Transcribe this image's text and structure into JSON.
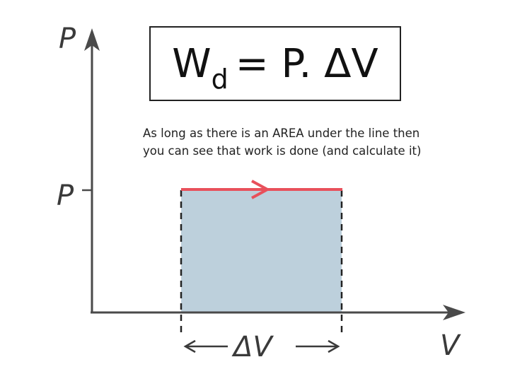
{
  "formula": {
    "main": "W",
    "subscript": "d",
    "rest": "= P. ΔV"
  },
  "caption": {
    "line1": "As long as there is an AREA under the line then",
    "line2": "you can see that work is done (and calculate it)"
  },
  "axes": {
    "y_label": "P",
    "x_label": "V",
    "pressure_tick_label": "P",
    "width_label": "ΔV"
  },
  "colors": {
    "area_fill": "#bdd0dc",
    "process_line": "#e8505b",
    "axis": "#4a4a4a"
  }
}
